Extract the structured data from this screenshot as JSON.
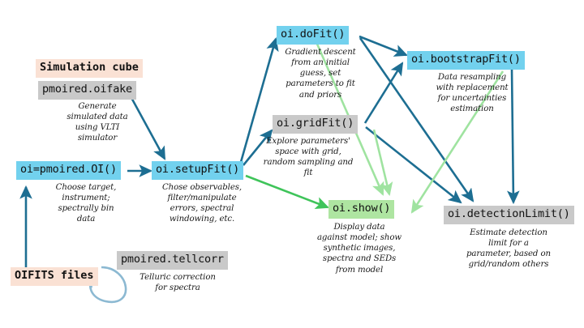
{
  "diagram": {
    "title": "PMOIRED workflow diagram",
    "colors": {
      "blue_chip": "#72d1ee",
      "green_chip": "#aee5a1",
      "grey_chip": "#c9c9c9",
      "peach_chip": "#fae1d4",
      "dark_arrow": "#1d6e92",
      "bright_green_arrow": "#3fc45a",
      "pale_green_arrow": "#9fe3a0",
      "loop_arrow": "#8cb9d2",
      "background": "#ffffff"
    },
    "nodes": [
      {
        "id": "simulation_cube",
        "label": "Simulation cube",
        "style": "peach",
        "desc": ""
      },
      {
        "id": "oifake",
        "label": "pmoired.oifake",
        "style": "grey",
        "desc": "Generate\nsimulated data\nusing VLTI\nsimulator"
      },
      {
        "id": "oi_object",
        "label": "oi=pmoired.OI()",
        "style": "blue",
        "desc": "Choose target,\ninstrument;\nspectrally bin\ndata"
      },
      {
        "id": "setup_fit",
        "label": "oi.setupFit()",
        "style": "blue",
        "desc": "Chose observables,\nfilter/manipulate\nerrors, spectral\nwindowing, etc."
      },
      {
        "id": "oifits_files",
        "label": "OIFITS files",
        "style": "peach",
        "desc": ""
      },
      {
        "id": "tellcorr",
        "label": "pmoired.tellcorr",
        "style": "grey",
        "desc": "Telluric correction\nfor spectra"
      },
      {
        "id": "do_fit",
        "label": "oi.doFit()",
        "style": "blue",
        "desc": "Gradient descent\nfrom an initial\nguess, set\nparameters to fit\nand priors"
      },
      {
        "id": "grid_fit",
        "label": "oi.gridFit()",
        "style": "grey",
        "desc": "Explore parameters'\nspace with grid,\nrandom sampling and\nfit"
      },
      {
        "id": "bootstrap_fit",
        "label": "oi.bootstrapFit()",
        "style": "blue",
        "desc": "Data resampling\nwith replacement\nfor uncertainties\nestimation"
      },
      {
        "id": "show",
        "label": "oi.show()",
        "style": "green",
        "desc": "Display data\nagainst model; show\nsynthetic images,\nspectra and SEDs\nfrom model"
      },
      {
        "id": "detection_limit",
        "label": "oi.detectionLimit()",
        "style": "grey",
        "desc": "Estimate detection\nlimit for a\nparameter, based on\ngrid/random others"
      }
    ],
    "edges": [
      {
        "from": "oifits_files",
        "to": "oi_object",
        "color": "dark"
      },
      {
        "from": "oifake",
        "to": "setup_fit",
        "color": "dark"
      },
      {
        "from": "oi_object",
        "to": "setup_fit",
        "color": "dark"
      },
      {
        "from": "setup_fit",
        "to": "do_fit",
        "color": "dark"
      },
      {
        "from": "setup_fit",
        "to": "grid_fit",
        "color": "dark"
      },
      {
        "from": "setup_fit",
        "to": "show",
        "color": "bright-green"
      },
      {
        "from": "do_fit",
        "to": "bootstrap_fit",
        "color": "dark"
      },
      {
        "from": "do_fit",
        "to": "detection_limit",
        "color": "dark"
      },
      {
        "from": "do_fit",
        "to": "show",
        "color": "pale-green"
      },
      {
        "from": "grid_fit",
        "to": "bootstrap_fit",
        "color": "dark"
      },
      {
        "from": "grid_fit",
        "to": "detection_limit",
        "color": "dark"
      },
      {
        "from": "grid_fit",
        "to": "show",
        "color": "pale-green"
      },
      {
        "from": "bootstrap_fit",
        "to": "detection_limit",
        "color": "dark"
      },
      {
        "from": "bootstrap_fit",
        "to": "show",
        "color": "pale-green"
      },
      {
        "from": "tellcorr",
        "to": "oifits_files",
        "color": "loop"
      }
    ]
  }
}
